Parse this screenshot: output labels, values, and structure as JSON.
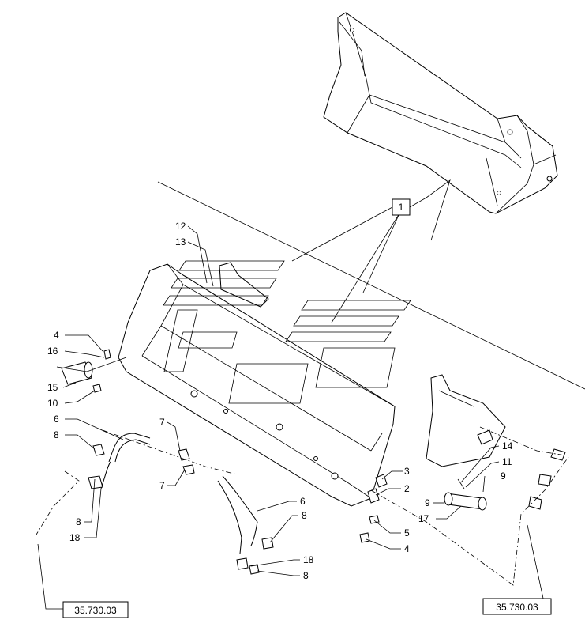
{
  "callouts": {
    "c1": "1",
    "c2": "2",
    "c3": "3",
    "c4a": "4",
    "c4b": "4",
    "c5": "5",
    "c6a": "6",
    "c6b": "6",
    "c7a": "7",
    "c7b": "7",
    "c8a": "8",
    "c8b": "8",
    "c8c": "8",
    "c8d": "8",
    "c9a": "9",
    "c9b": "9",
    "c10": "10",
    "c11": "11",
    "c12": "12",
    "c13": "13",
    "c14": "14",
    "c15": "15",
    "c16": "16",
    "c17": "17",
    "c18a": "18",
    "c18b": "18"
  },
  "references": {
    "left": "35.730.03",
    "right": "35.730.03"
  }
}
